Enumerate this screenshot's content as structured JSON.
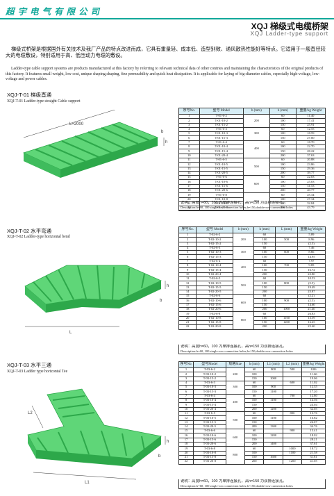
{
  "header": {
    "company": "超宇电气有限公司",
    "title_cn": "XQJ 梯级式电缆桥架",
    "title_en": "XQJ Ladder-type support"
  },
  "intro": {
    "cn": "梯级式桥架是根据国外有关技术及我厂产品的特点改进而成，它具有重量轻、成本低、造型别致、通风散热性能好等特点。它适用于一般直径较大的电缆敷设，特别适用于高、低压动力电缆的敷设。",
    "en": "Ladder-type cable support systems are products manufactured at this factory by referring to relevant technical data of other contries and maintaining the characteristics of the original products of this factory. It features small weight, low cost, unique shaping,shaping, fine permeability and quick heat dissipation. It is applicable for laying of big-diameter cables, especially high-voltage, low-voltage and power cables."
  },
  "sections": [
    {
      "code_title": "XQJ-T-01 梯级直通",
      "subtitle": "XQJ-T-01 Ladder-type straight Cable support",
      "headers": [
        "序号No.",
        "型号 Model",
        "b (mm)",
        "h (mm)",
        "重量/kg Weight"
      ],
      "rows": [
        [
          "1",
          "T-01-6-2",
          "",
          "60",
          "11.40"
        ],
        [
          "2",
          "T-01-10-2",
          "200",
          "100",
          "17.41"
        ],
        [
          "3",
          "T-01-15-2",
          "",
          "150",
          "25.91"
        ],
        [
          "4",
          "T-01-6-3",
          "",
          "60",
          "12.55"
        ],
        [
          "5",
          "T-01-10-3",
          "300",
          "100",
          "18.59"
        ],
        [
          "6",
          "T-01-15-3",
          "",
          "150",
          "27.00"
        ],
        [
          "7",
          "T-01-6-4",
          "",
          "60",
          "18.70"
        ],
        [
          "8",
          "T-01-10-4",
          "400",
          "100",
          "22.70"
        ],
        [
          "9",
          "T-01-15-4",
          "",
          "150",
          "28.22"
        ],
        [
          "10",
          "T-01-20-4",
          "",
          "200",
          "37.63"
        ],
        [
          "11",
          "T-01-6-5",
          "",
          "60",
          "20.88"
        ],
        [
          "12",
          "T-01-10-5",
          "500",
          "100",
          "23.86"
        ],
        [
          "13",
          "T-01-15-5",
          "",
          "150",
          "29.36"
        ],
        [
          "14",
          "T-01-20-5",
          "",
          "200",
          "39.77"
        ],
        [
          "15",
          "T-01-6-6",
          "",
          "60",
          "22.03"
        ],
        [
          "16",
          "T-01-10-6",
          "600",
          "100",
          "25.03"
        ],
        [
          "17",
          "T-01-15-6",
          "",
          "150",
          "31.53"
        ],
        [
          "18",
          "T-01-20-6",
          "",
          "200",
          "40.77"
        ],
        [
          "19",
          "T-01-6-8",
          "",
          "60",
          "25.34"
        ],
        [
          "20",
          "T-01-10-8",
          "800",
          "100",
          "27.34"
        ],
        [
          "21",
          "T-01-15-8",
          "",
          "150",
          "32.84"
        ],
        [
          "22",
          "T-01-20-8",
          "",
          "200",
          "43.79"
        ]
      ],
      "spans": [
        [
          0,
          3,
          "200"
        ],
        [
          3,
          3,
          "300"
        ],
        [
          6,
          4,
          "400"
        ],
        [
          10,
          4,
          "500"
        ],
        [
          14,
          4,
          "600"
        ],
        [
          18,
          4,
          "800"
        ]
      ],
      "note": "说明：高度h=60，100 为单排连接孔，高h=150 为双排连接孔。",
      "note_en": "Description:h=60, 100 single-row connection holes;h=150,double-row connection holes"
    },
    {
      "code_title": "XQJ-T-02 水平弯通",
      "subtitle": "XQJ-T-02 Ladder-type horizontal bend",
      "headers": [
        "序号No.",
        "型号 Model",
        "b (mm)",
        "h (mm)",
        "L (mm)",
        "重量/kg Weight"
      ],
      "rows": [
        [
          "1",
          "T-02-6-2",
          "",
          "60",
          "",
          "5.89"
        ],
        [
          "2",
          "T-02-10-2",
          "200",
          "100",
          "500",
          "8.96"
        ],
        [
          "3",
          "T-02-15-2",
          "",
          "150",
          "",
          "(2.5)"
        ],
        [
          "4",
          "T-02-6-3",
          "",
          "60",
          "",
          "7.46"
        ],
        [
          "5",
          "T-02-10-3",
          "300",
          "100",
          "600",
          "8.66"
        ],
        [
          "6",
          "T-02-15-3",
          "",
          "150",
          "",
          "14.95"
        ],
        [
          "7",
          "T-02-6-4",
          "",
          "60",
          "",
          "7.97"
        ],
        [
          "8",
          "T-02-10-4",
          "400",
          "100",
          "700",
          "9.85"
        ],
        [
          "9",
          "T-02-15-4",
          "",
          "150",
          "",
          "16.72"
        ],
        [
          "10",
          "T-02-20-4",
          "",
          "200",
          "",
          "22.80"
        ],
        [
          "11",
          "T-02-6-5",
          "",
          "60",
          "",
          "10.53"
        ],
        [
          "12",
          "T-02-10-5",
          "500",
          "100",
          "800",
          "(2.5)"
        ],
        [
          "13",
          "T-02-15-5",
          "",
          "150",
          "",
          "19.49"
        ],
        [
          "14",
          "T-02-20-5",
          "",
          "200",
          "",
          "25.87"
        ],
        [
          "15",
          "T-02-6-6",
          "",
          "60",
          "",
          "(2.2)"
        ],
        [
          "16",
          "T-02-10-6",
          "600",
          "100",
          "900",
          "(2.5)"
        ],
        [
          "17",
          "T-02-15-6",
          "",
          "150",
          "",
          "14.60"
        ],
        [
          "18",
          "T-02-20-6",
          "",
          "200",
          "1000",
          "21.40"
        ],
        [
          "19",
          "T-02-6-8",
          "",
          "60",
          "",
          "26.83"
        ],
        [
          "20",
          "T-02-10-8",
          "800",
          "100",
          "1100",
          "13.59"
        ],
        [
          "21",
          "T-02-15-8",
          "",
          "150",
          "1200",
          "16.25"
        ],
        [
          "22",
          "T-02-20-8",
          "",
          "200",
          "",
          "25.40"
        ]
      ],
      "spans": [
        [
          0,
          3,
          "200"
        ],
        [
          3,
          3,
          "300"
        ],
        [
          6,
          4,
          "400"
        ],
        [
          10,
          4,
          "500"
        ],
        [
          14,
          4,
          "600"
        ],
        [
          18,
          4,
          "800"
        ]
      ],
      "note": "说明：高度h=60，100 为单排连接孔，高h=150 为双排连接孔。",
      "note_en": "Description:h=60, 100 single-row connection holes;h=150,double-row connection holes"
    },
    {
      "code_title": "XQJ-T-03 水平三通",
      "subtitle": "XQJ-T-03 Ladder type horizontal Tee",
      "headers": [
        "序号No.",
        "型号Model",
        "规格Size",
        "h (mm)",
        "L1 (mm)",
        "L2 (mm)",
        "重量/kg Weight"
      ],
      "rows": [
        [
          "1",
          "T-03-6-2",
          "",
          "60",
          "800",
          "500",
          "8.06"
        ],
        [
          "2",
          "T-03-10-2",
          "200",
          "100",
          "",
          "",
          "11.66"
        ],
        [
          "3",
          "T-03-15-2",
          "",
          "150",
          "1000",
          "",
          "19.06"
        ],
        [
          "4",
          "T-03-6-3",
          "",
          "60",
          "",
          "600",
          "11.02"
        ],
        [
          "5",
          "T-03-10-3",
          "300",
          "100",
          "900",
          "",
          "12.35"
        ],
        [
          "6",
          "T-03-15-3",
          "",
          "150",
          "1100",
          "",
          "17.20"
        ],
        [
          "7",
          "T-03-6-4",
          "",
          "60",
          "",
          "700",
          "12.80"
        ],
        [
          "8",
          "T-03-10-4",
          "400",
          "100",
          "1100",
          "",
          "14.56"
        ],
        [
          "9",
          "T-03-15-4",
          "",
          "150",
          "",
          "",
          "24.04"
        ],
        [
          "10",
          "T-03-20-4",
          "",
          "200",
          "1200",
          "",
          "32.05"
        ],
        [
          "11",
          "T-03-6-5",
          "",
          "60",
          "",
          "800",
          "13.76"
        ],
        [
          "12",
          "T-03-10-5",
          "500",
          "100",
          "1100",
          "",
          "16.82"
        ],
        [
          "13",
          "T-03-15-5",
          "",
          "150",
          "",
          "",
          "26.07"
        ],
        [
          "14",
          "T-03-20-5",
          "",
          "200",
          "1300",
          "",
          "34.76"
        ],
        [
          "15",
          "T-03-6-6",
          "",
          "60",
          "",
          "900",
          "15.41"
        ],
        [
          "16",
          "T-03-10-6",
          "600",
          "100",
          "1200",
          "",
          "18.02"
        ],
        [
          "17",
          "T-03-15-6",
          "",
          "150",
          "",
          "",
          "28.21"
        ],
        [
          "18",
          "T-03-20-6",
          "",
          "200",
          "1400",
          "",
          "37.61"
        ],
        [
          "19",
          "T-03-6-8",
          "",
          "60",
          "",
          "1000",
          "18.72"
        ],
        [
          "20",
          "T-03-10-8",
          "800",
          "100",
          "",
          "1100",
          "21.58"
        ],
        [
          "21",
          "T-03-15-8",
          "",
          "150",
          "1600",
          "",
          "31.81"
        ],
        [
          "22",
          "T-03-20-8",
          "",
          "200",
          "",
          "1200",
          "41.05"
        ]
      ],
      "spans": [
        [
          0,
          3,
          "200"
        ],
        [
          3,
          3,
          "300"
        ],
        [
          6,
          4,
          "400"
        ],
        [
          10,
          4,
          "500"
        ],
        [
          14,
          4,
          "600"
        ],
        [
          18,
          4,
          "800"
        ]
      ],
      "note": "说明：高度h=60，100 为单排连接孔，高h=150 为双排连接孔。",
      "note_en": "Description:h=60, 100 single-row connection holes;h=150,double-row connection holes"
    }
  ],
  "drawings": {
    "dim_L": "L",
    "dim_L2000": "L=2000",
    "dim_b": "b",
    "dim_h": "h",
    "dim_L1": "L1",
    "dim_L2": "L2"
  },
  "colors": {
    "accent": "#11a89a",
    "tray_fill": "#5fd678",
    "tray_dark": "#2da84a",
    "header_bg": "#d7eef6"
  }
}
